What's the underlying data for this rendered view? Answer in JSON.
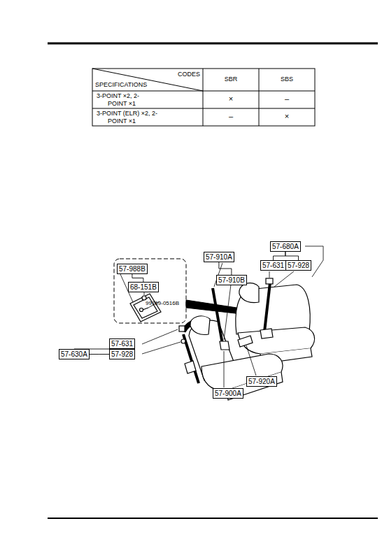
{
  "diagram": {
    "nodes": [
      {
        "text": [
          "57-988B"
        ]
      },
      {
        "text": [
          "68-151B"
        ]
      },
      {
        "text": [
          "57-910A"
        ]
      },
      {
        "text": [
          "57-910B"
        ]
      },
      {
        "text": [
          "57-680A"
        ]
      },
      {
        "text": [
          "57-631"
        ]
      },
      {
        "text": [
          "57-928"
        ]
      },
      {
        "text": [
          "57-631"
        ]
      },
      {
        "text": [
          "57-928"
        ]
      },
      {
        "text": [
          "57-630A"
        ]
      },
      {
        "text": [
          "57-920A"
        ]
      },
      {
        "text": [
          "57-900A"
        ]
      }
    ],
    "edges": [
      {
        "from": 0,
        "to": 1,
        "arrow": "none"
      },
      {
        "from": 2,
        "to": 3,
        "arrow": "none"
      },
      {
        "from": 4,
        "to": 5,
        "arrow": "none"
      },
      {
        "from": 4,
        "to": 6,
        "arrow": "none"
      },
      {
        "from": 9,
        "to": 7,
        "arrow": "none"
      },
      {
        "from": 9,
        "to": 8,
        "arrow": "none"
      }
    ],
    "labels": [
      "CODES",
      "SPECIFICATIONS",
      "SBR",
      "SBS",
      "3-POINT ×2, 2-POINT ×1",
      "×",
      "–",
      "3-POINT (ELR) ×2, 2-POINT ×1",
      "–",
      "×",
      "99769-0516B"
    ]
  }
}
